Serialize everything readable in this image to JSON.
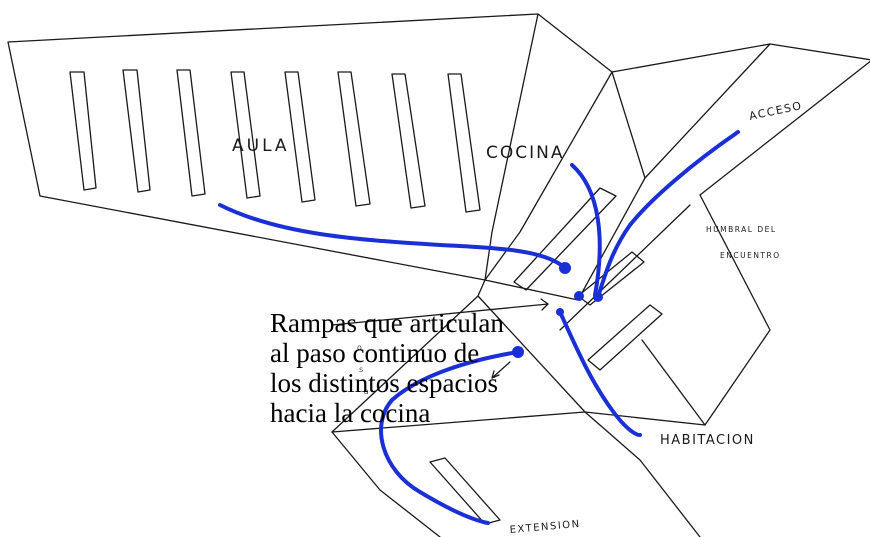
{
  "labels": {
    "aula": "AULA",
    "cocina": "COCINA",
    "acceso": "ACCESO",
    "umbral_line1": "HUMBRAL DEL",
    "umbral_line2": "ENCUENTRO",
    "habitacion": "HABITACION",
    "extension": "EXTENSION"
  },
  "caption": {
    "line1": "Rampas que articulan",
    "line2": "al paso continuo de",
    "line3": "los distintos espacios",
    "line4": "hacia la cocina"
  },
  "colors": {
    "ink": "#1a1a1a",
    "path_blue": "#1a2fd6"
  }
}
